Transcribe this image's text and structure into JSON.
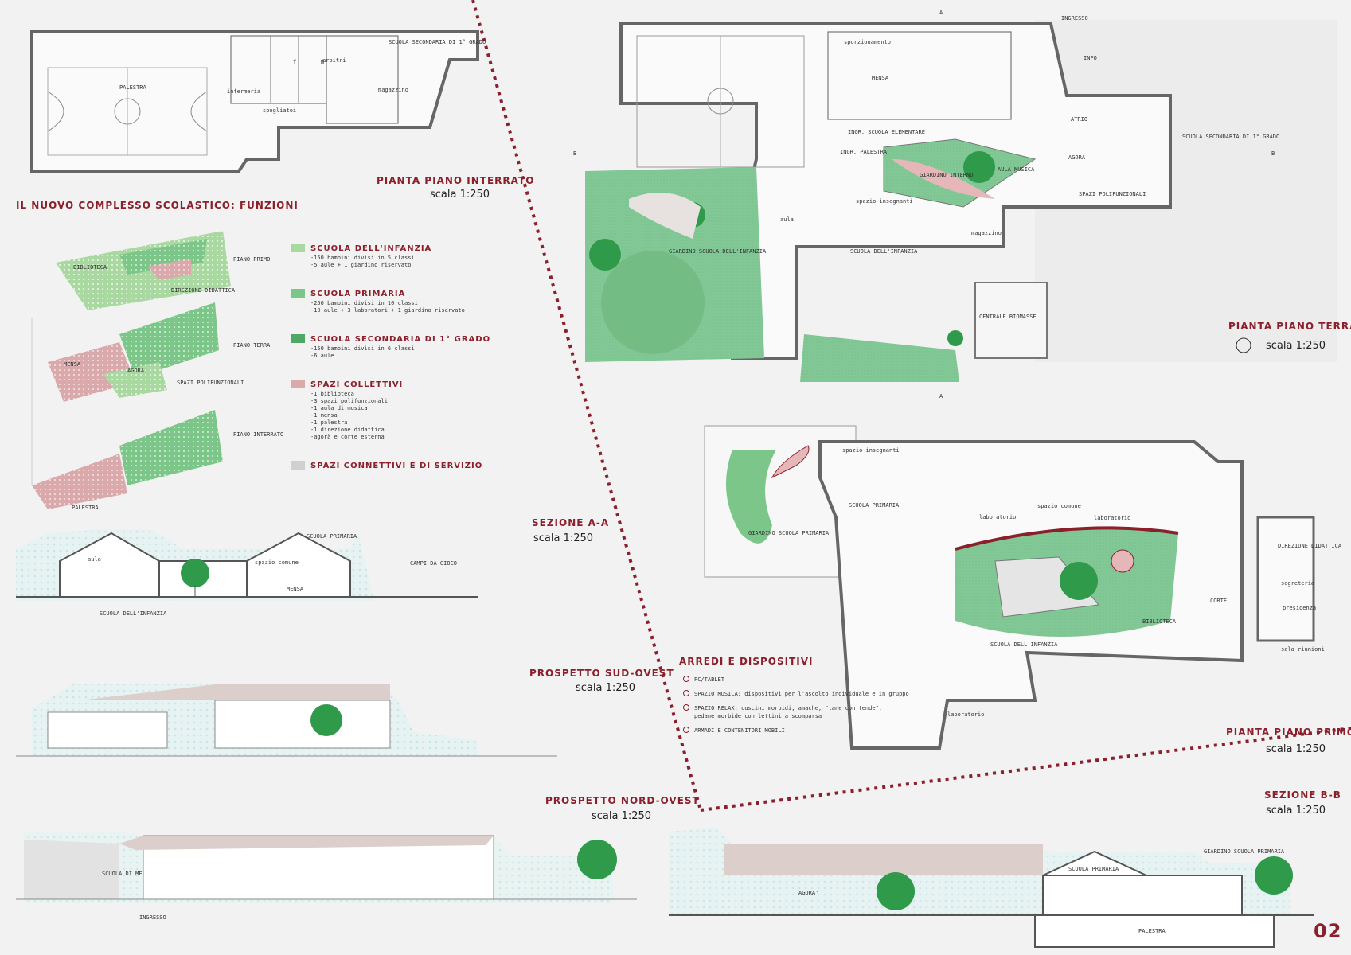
{
  "titles": {
    "pianta_interrato": "PIANTA PIANO INTERRATO",
    "funzioni": "IL NUOVO COMPLESSO SCOLASTICO: FUNZIONI",
    "pianta_terra": "PIANTA PIANO TERRA",
    "pianta_primo": "PIANTA PIANO PRIMO",
    "sezione_aa": "SEZIONE A-A",
    "sezione_bb": "SEZIONE B-B",
    "prospetto_so": "PROSPETTO SUD-OVEST",
    "prospetto_no": "PROSPETTO NORD-OVEST",
    "arredi": "ARREDI E DISPOSITIVI",
    "scale": "scala 1:250",
    "page_number": "02"
  },
  "interrato_labels": {
    "palestra": "PALESTRA",
    "infermeria": "infermeria",
    "spogliatoi": "spogliatoi",
    "arbitri": "arbitri",
    "magazzino": "magazzino",
    "scuola_sec": "SCUOLA SECONDARIA DI 1° GRADO",
    "f": "f",
    "m": "m"
  },
  "axon_labels": {
    "biblioteca": "BIBLIOTECA",
    "direzione": "DIREZIONE DIDATTICA",
    "mensa": "MENSA",
    "agora": "AGORA'",
    "spazi_poli": "SPAZI POLIFUNZIONALI",
    "palestra": "PALESTRA",
    "piano_primo": "PIANO PRIMO",
    "piano_terra": "PIANO TERRA",
    "piano_interrato": "PIANO INTERRATO"
  },
  "legend": [
    {
      "title": "SCUOLA DELL'INFANZIA",
      "lines": [
        "-150 bambini divisi in 5 classi",
        "-5 aule + 1 giardino riservato"
      ],
      "color": "#a9d9a0"
    },
    {
      "title": "SCUOLA PRIMARIA",
      "lines": [
        "-250 bambini divisi in 10 classi",
        "-10 aule + 3 laboratori + 1 giardino riservato"
      ],
      "color": "#7cc68a"
    },
    {
      "title": "SCUOLA SECONDARIA DI 1° GRADO",
      "lines": [
        "-150 bambini divisi in 6 classi",
        "-6 aule"
      ],
      "color": "#4ea964"
    },
    {
      "title": "SPAZI COLLETTIVI",
      "lines": [
        "-1 biblioteca",
        "-3 spazi polifunzionali",
        "-1 aula di musica",
        "-1 mensa",
        "-1 palestra",
        "-1 direzione didattica",
        "-agorà e corte esterna"
      ],
      "color": "#d9a9ab"
    },
    {
      "title": "SPAZI CONNETTIVI E DI SERVIZIO",
      "lines": [],
      "color": "#d0d0d0"
    }
  ],
  "terra_labels": {
    "ingresso": "INGRESSO",
    "info": "INFO",
    "atrio": "ATRIO",
    "sporzionamento": "sporzionamento",
    "mensa": "MENSA",
    "ingr_elem": "INGR. SCUOLA ELEMENTARE",
    "ingr_pal": "INGR. PALESTRA",
    "scuola_sec": "SCUOLA SECONDARIA DI 1° GRADO",
    "agora": "AGORA'",
    "giardino_int": "GIARDINO INTERNO",
    "aula_musica": "AULA MUSICA",
    "spazi_poli": "SPAZI POLIFUNZIONALI",
    "spazio_ins": "spazio insegnanti",
    "aula": "aula",
    "scuola_inf": "SCUOLA DELL'INFANZIA",
    "giardino_inf": "GIARDINO SCUOLA DELL'INFANZIA",
    "magazzino": "magazzino",
    "centrale": "CENTRALE BIOMASSE",
    "a": "A",
    "b": "B"
  },
  "primo_labels": {
    "spazio_ins": "spazio insegnanti",
    "scuola_primaria": "SCUOLA PRIMARIA",
    "spazio_comune": "spazio comune",
    "laboratorio": "laboratorio",
    "giardino_pri": "GIARDINO SCUOLA PRIMARIA",
    "direzione": "DIREZIONE DIDATTICA",
    "segreteria": "segreteria",
    "presidenza": "presidenza",
    "sala_riunioni": "sala riunioni",
    "corte": "CORTE",
    "biblioteca": "BIBLIOTECA",
    "scuola_inf": "SCUOLA DELL'INFANZIA"
  },
  "arredi_items": [
    "PC/TABLET",
    "SPAZIO MUSICA: dispositivi per l'ascolto individuale e in gruppo",
    "SPAZIO RELAX: cuscini morbidi, amache, \"tane con tende\",",
    "pedane morbide con lettini a scomparsa",
    "ARMADI E CONTENITORI MOBILI"
  ],
  "sezione_aa_labels": {
    "scuola_primaria": "SCUOLA PRIMARIA",
    "aula": "aula",
    "spazio_comune": "spazio comune",
    "mensa": "MENSA",
    "campi": "CAMPI DA GIOCO",
    "scuola_inf": "SCUOLA DELL'INFANZIA"
  },
  "prospetto_no_labels": {
    "ingresso": "INGRESSO",
    "scuola": "SCUOLA DI MEL"
  },
  "sezione_bb_labels": {
    "giardino": "GIARDINO SCUOLA PRIMARIA",
    "scuola_primaria": "SCUOLA PRIMARIA",
    "agora": "AGORA'",
    "palestra": "PALESTRA"
  },
  "colors": {
    "accent": "#8b1f2b",
    "green": "#7cc68a",
    "dark_green": "#2e9a4a",
    "pink": "#e6b7b9",
    "sky": "#dff0ef"
  }
}
